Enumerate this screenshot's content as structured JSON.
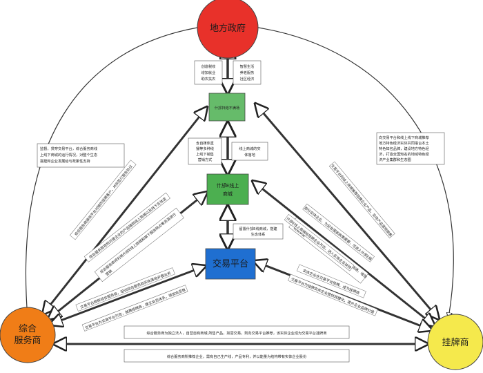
{
  "nodes": {
    "gov": {
      "label": "地方政府",
      "color": "#e8312a"
    },
    "service": {
      "label_line1": "综合",
      "label_line2": "服务商",
      "color": "#f07d17"
    },
    "listing": {
      "label": "挂牌商",
      "color": "#f5e94c"
    },
    "mall_small": {
      "label": "什邡扫炮不满场",
      "color": "#66bb6a"
    },
    "mall": {
      "label_line1": "什邡E线上",
      "label_line2": "商城",
      "color": "#4caf50"
    },
    "platform": {
      "label": "交易平台",
      "color": "#1f6fd1"
    }
  },
  "boxes": {
    "gov_left": [
      "创造税收",
      "增加就业",
      "助农扶农"
    ],
    "gov_right": [
      "智慧生活",
      "养老服务",
      "社区经济"
    ],
    "media": [
      "含自媒体直",
      "播等多种线",
      "上线下销售",
      "营销方式"
    ],
    "mall_real": [
      "线上商城的实",
      "体落地"
    ],
    "platform_mall": [
      "留置什邡E线商城，搭建",
      "生态体系"
    ],
    "left_note": [
      "监督，贯穿交易平台，综合服务商线",
      "上线下商城的运行情况，对整个生态",
      "搭建和企业发展给与政策性支持"
    ],
    "right_note": [
      "向交易平台和线上线下商城推荐",
      "地方特色经济实体共同搭台本土",
      "特色知名品牌，建设地方特色经",
      "济，打造全国知名的地域特色经",
      "济产业集群和生态圈"
    ],
    "bottom_mid": [
      "综合服务商为独立法人，自营自有商城,所售产品，如需交易，则向交易平台推荐，该实体企业成为交易平台挂牌商"
    ],
    "bottom_low": [
      "综合服务商所推荐企业，需有自己生产线，产品专利，并以能量为结构带有实体企业股份"
    ]
  },
  "diag_labels": {
    "l1": "综合服务商接收平台对接的挂牌客户，共同签订服务协议",
    "l2": "综合服务商将所对接企业的产品铺到线上商城以及线下实体店",
    "l3": "综合服务商将利用什邡E线上商城和旗下服务网点等资源进行",
    "l3b": "营销",
    "l4": "交易平台授权综合服务商，培训综合服务商实体落地开展业务",
    "l5": "交易平台为交易平台引流，做赛挂牌商，建立会员体系，增加会员数",
    "r1": "交易平台向线上商城推荐挂牌企业产品，实体产品落地销售",
    "r2": "部分实体企业，为迎合国家政策需要，可进入什邡E城",
    "r3": "挂牌企业精准到线上商城，挂牌企业产品在线上流通，增加",
    "r4": "销售渠道",
    "r5": "什邡E线上商城给挂牌企业开店，进入实体企业扶持",
    "r6": "实体企业在交易平台挂牌，成为挂牌商",
    "r7": "交易平台为挂牌实体企业提供规模化，提升企业品牌价值"
  }
}
